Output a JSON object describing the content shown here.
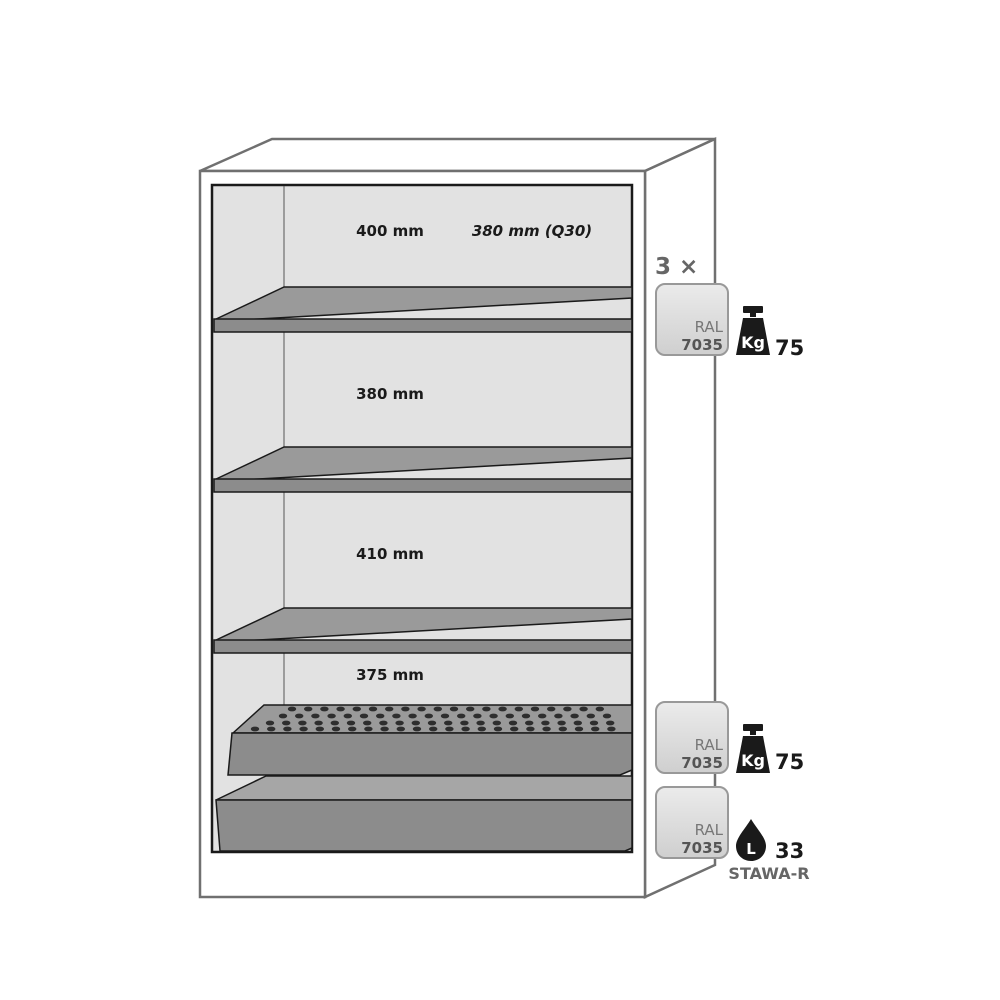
{
  "compartments": [
    {
      "height_label": "400 mm",
      "alt_label": "380 mm (Q30)"
    },
    {
      "height_label": "380 mm"
    },
    {
      "height_label": "410 mm"
    },
    {
      "height_label": "375 mm"
    }
  ],
  "shelf_quantity": "3 ×",
  "badges": [
    {
      "ral": "RAL",
      "code": "7035",
      "icon": "Kg",
      "value": "75"
    },
    {
      "ral": "RAL",
      "code": "7035",
      "icon": "Kg",
      "value": "75"
    },
    {
      "ral": "RAL",
      "code": "7035",
      "icon": "L",
      "value": "33",
      "extra": "STAWA-R"
    }
  ],
  "colors": {
    "outline": "#707070",
    "interior": "#e2e2e2",
    "shelf": "#8c8c8c",
    "badge_fill": "#dcdcdc",
    "icon_fill": "#1a1a1a"
  }
}
